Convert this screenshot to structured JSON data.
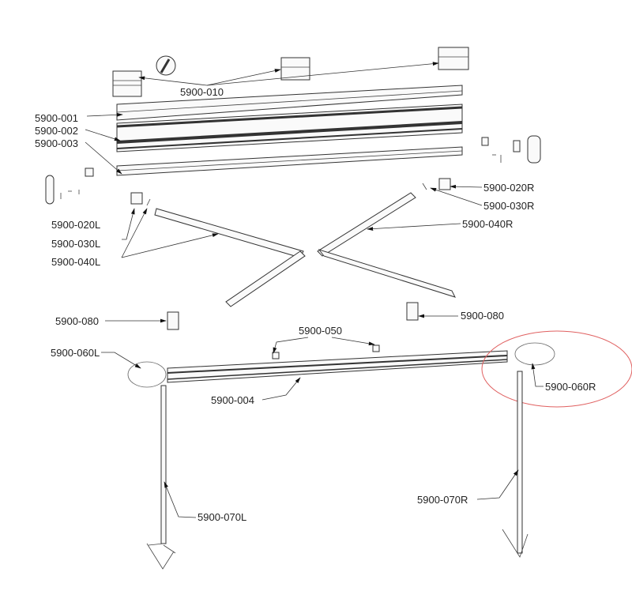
{
  "diagram": {
    "labels": {
      "p010": "5900-010",
      "p001": "5900-001",
      "p002": "5900-002",
      "p003": "5900-003",
      "p020R": "5900-020R",
      "p030R": "5900-030R",
      "p040R": "5900-040R",
      "p020L": "5900-020L",
      "p030L": "5900-030L",
      "p040L": "5900-040L",
      "p080L": "5900-080",
      "p080R": "5900-080",
      "p050": "5900-050",
      "p060L": "5900-060L",
      "p060R": "5900-060R",
      "p004": "5900-004",
      "p070L": "5900-070L",
      "p070R": "5900-070R"
    },
    "highlight_color": "#e06060"
  }
}
